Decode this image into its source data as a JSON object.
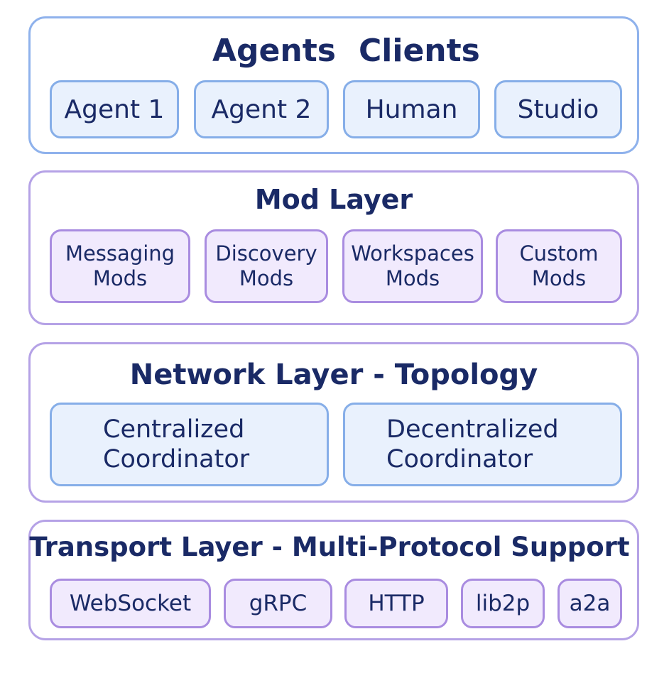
{
  "agents_layer": {
    "title_left": "Agents",
    "title_right": "Clients",
    "items": [
      {
        "label": "Agent 1"
      },
      {
        "label": "Agent 2"
      },
      {
        "label": "Human"
      },
      {
        "label": "Studio"
      }
    ]
  },
  "mod_layer": {
    "title": "Mod Layer",
    "items": [
      {
        "line1": "Messaging",
        "line2": "Mods"
      },
      {
        "line1": "Discovery",
        "line2": "Mods"
      },
      {
        "line1": "Workspaces",
        "line2": "Mods"
      },
      {
        "line1": "Custom",
        "line2": "Mods"
      }
    ]
  },
  "network_layer": {
    "title": "Network Layer - Topology",
    "items": [
      {
        "line1": "Centralized",
        "line2": "Coordinator"
      },
      {
        "line1": "Decentralized",
        "line2": "Coordinator"
      }
    ]
  },
  "transport_layer": {
    "title": "Transport Layer - Multi-Protocol Support",
    "items": [
      {
        "label": "WebSocket"
      },
      {
        "label": "gRPC"
      },
      {
        "label": "HTTP"
      },
      {
        "label": "lib2p"
      },
      {
        "label": "a2a"
      }
    ]
  },
  "colors": {
    "text": "#1a2a66",
    "blue_border": "#86aee8",
    "blue_fill": "#e9f1fd",
    "purple_border": "#a98ce0",
    "purple_fill": "#f1eafd"
  }
}
